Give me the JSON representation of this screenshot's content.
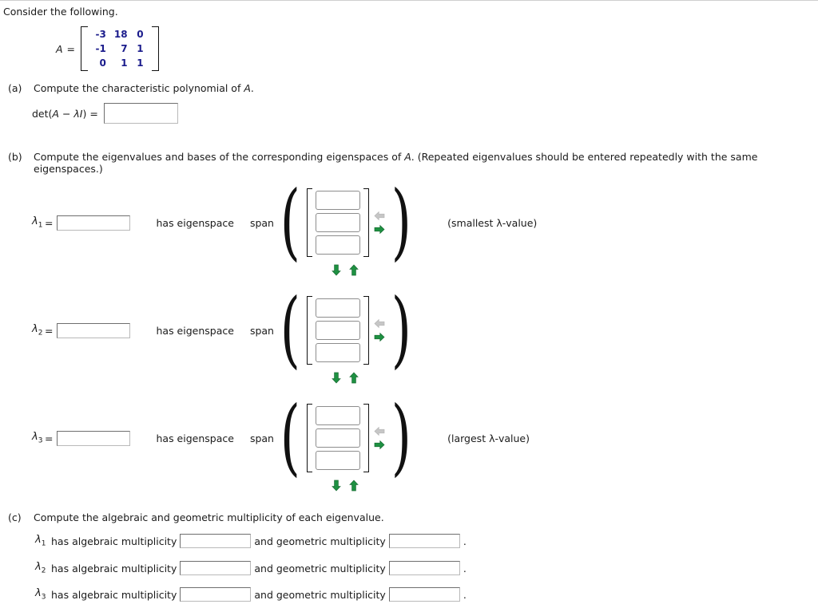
{
  "intro": "Consider the following.",
  "matrix": {
    "label": "A =",
    "rows": [
      [
        "-3",
        "18",
        "0"
      ],
      [
        "-1",
        "7",
        "1"
      ],
      [
        "0",
        "1",
        "1"
      ]
    ],
    "value_color": "#1b1c8c"
  },
  "parts": {
    "a": {
      "tag": "(a)",
      "text_pre": "Compute the characteristic polynomial of ",
      "text_italic": "A",
      "text_post": ".",
      "det_label_pre": "det(",
      "det_label_a": "A",
      "det_label_mid": " − ",
      "det_label_lambda": "λI",
      "det_label_post": ") =",
      "det_input_value": ""
    },
    "b": {
      "tag": "(b)",
      "text_pre": "Compute the eigenvalues and bases of the corresponding eigenspaces of ",
      "text_italic": "A",
      "text_post": ". (Repeated eigenvalues should be entered repeatedly with the same eigenspaces.)",
      "has_eigenspace_label": "has eigenspace",
      "span_label": "span",
      "rows": [
        {
          "lambda": "λ",
          "sub": "1",
          "eq": "=",
          "lambda_value": "",
          "vector_values": [
            "",
            "",
            ""
          ],
          "note": "(smallest λ-value)",
          "left_arrow_state": "disabled",
          "right_arrow_state": "enabled"
        },
        {
          "lambda": "λ",
          "sub": "2",
          "eq": "=",
          "lambda_value": "",
          "vector_values": [
            "",
            "",
            ""
          ],
          "note": "",
          "left_arrow_state": "disabled",
          "right_arrow_state": "enabled"
        },
        {
          "lambda": "λ",
          "sub": "3",
          "eq": "=",
          "lambda_value": "",
          "vector_values": [
            "",
            "",
            ""
          ],
          "note": "(largest λ-value)",
          "left_arrow_state": "disabled",
          "right_arrow_state": "enabled"
        }
      ]
    },
    "c": {
      "tag": "(c)",
      "text": "Compute the algebraic and geometric multiplicity of each eigenvalue.",
      "rows": [
        {
          "lambda": "λ",
          "sub": "1",
          "mid_pre": "has algebraic multiplicity",
          "algebraic_value": "",
          "mid_post": "and geometric multiplicity",
          "geometric_value": "",
          "period": "."
        },
        {
          "lambda": "λ",
          "sub": "2",
          "mid_pre": "has algebraic multiplicity",
          "algebraic_value": "",
          "mid_post": "and geometric multiplicity",
          "geometric_value": "",
          "period": "."
        },
        {
          "lambda": "λ",
          "sub": "3",
          "mid_pre": "has algebraic multiplicity",
          "algebraic_value": "",
          "mid_post": "and geometric multiplicity",
          "geometric_value": "",
          "period": "."
        }
      ]
    }
  },
  "icons": {
    "arrow_left_disabled": "arrow-left-icon",
    "arrow_right": "arrow-right-icon",
    "arrow_down": "arrow-down-icon",
    "arrow_up": "arrow-up-icon"
  },
  "colors": {
    "arrow_green": "#1e9142",
    "arrow_gray": "#c2c2c2",
    "matrix_blue": "#1b1c8c",
    "input_border": "#6e6e6e"
  }
}
